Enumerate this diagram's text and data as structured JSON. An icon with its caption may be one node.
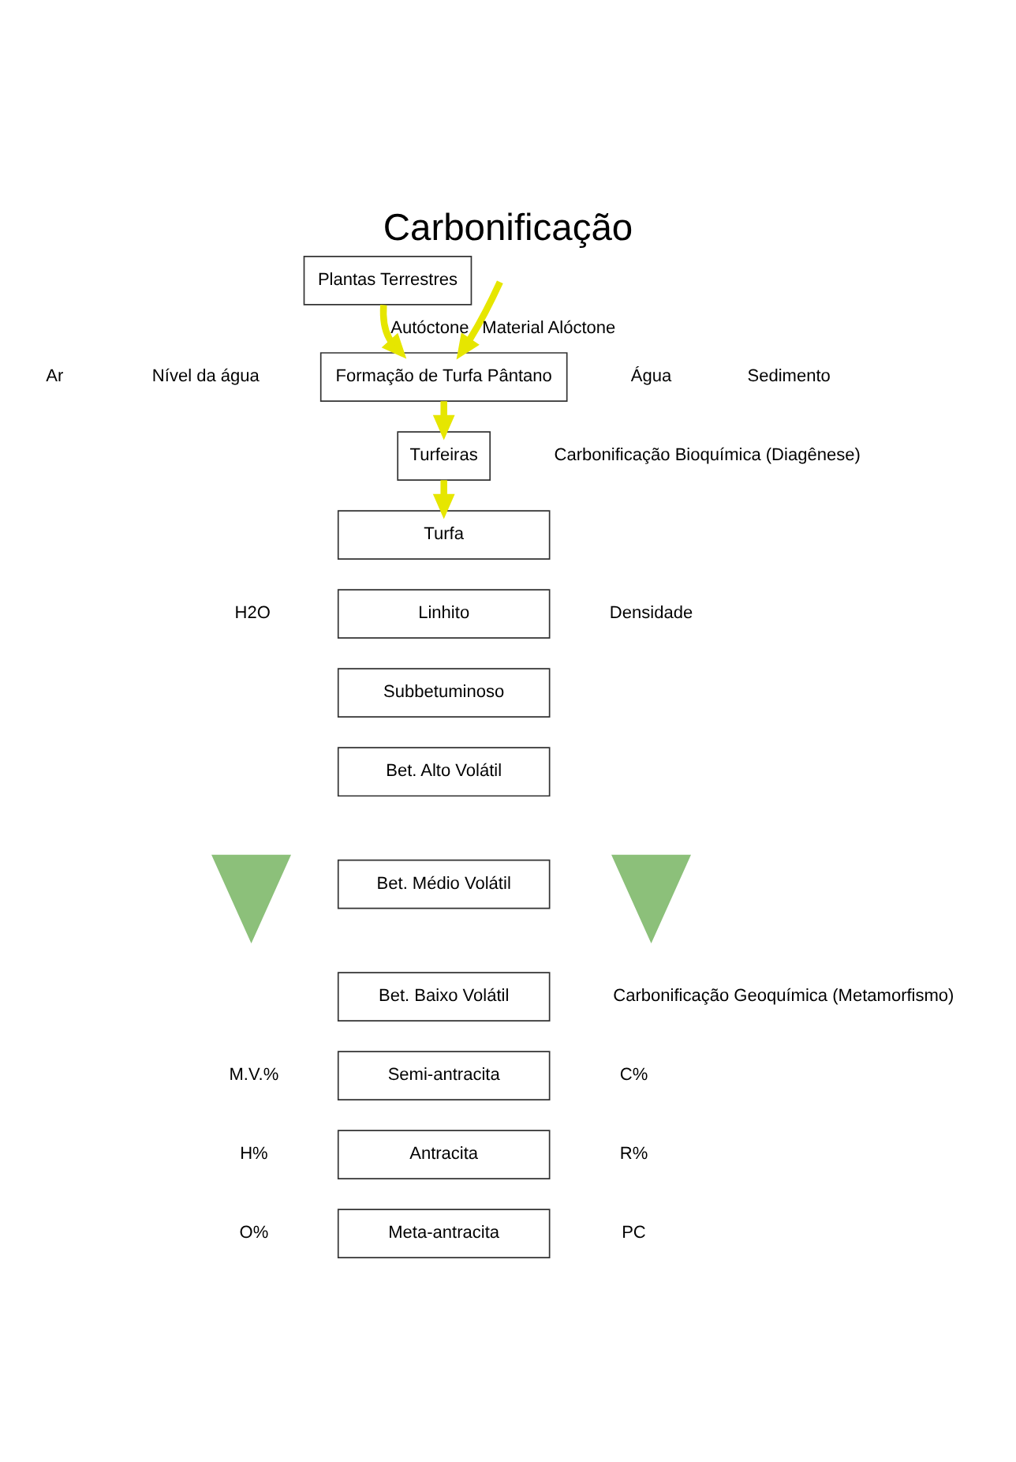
{
  "diagram": {
    "title": "Carbonificação",
    "nodes": [
      {
        "text": [
          "Plantas Terrestres"
        ]
      },
      {
        "text": [
          "Formação de Turfa Pântano"
        ]
      },
      {
        "text": [
          "Turfeiras"
        ]
      },
      {
        "text": [
          "Turfa"
        ]
      },
      {
        "text": [
          "Linhito"
        ]
      },
      {
        "text": [
          "Subbetuminoso"
        ]
      },
      {
        "text": [
          "Bet. Alto Volátil"
        ]
      },
      {
        "text": [
          "Bet. Médio Volátil"
        ]
      },
      {
        "text": [
          "Bet. Baixo Volátil"
        ]
      },
      {
        "text": [
          "Semi-antracita"
        ]
      },
      {
        "text": [
          "Antracita"
        ]
      },
      {
        "text": [
          "Meta-antracita"
        ]
      },
      {
        "text": [],
        "shape": "arrow"
      },
      {
        "text": [],
        "shape": "arrow"
      }
    ],
    "edges": [
      {
        "from": 0,
        "to": 1,
        "arrow": "to",
        "label": "Autóctone"
      },
      {
        "from": null,
        "to": 1,
        "arrow": "to",
        "label": "Material Alóctone"
      },
      {
        "from": 1,
        "to": 2,
        "arrow": "to"
      },
      {
        "from": 2,
        "to": 3,
        "arrow": "to"
      }
    ],
    "labels": [
      "Ar",
      "Nível da água",
      "Água",
      "Sedimento",
      "H2O",
      "Densidade",
      "M.V.%",
      "H%",
      "O%",
      "C%",
      "R%",
      "PC",
      "Carbonificação Bioquímica (Diagênese)",
      "Carbonificação Geoquímica (Metamorfismo)"
    ]
  }
}
